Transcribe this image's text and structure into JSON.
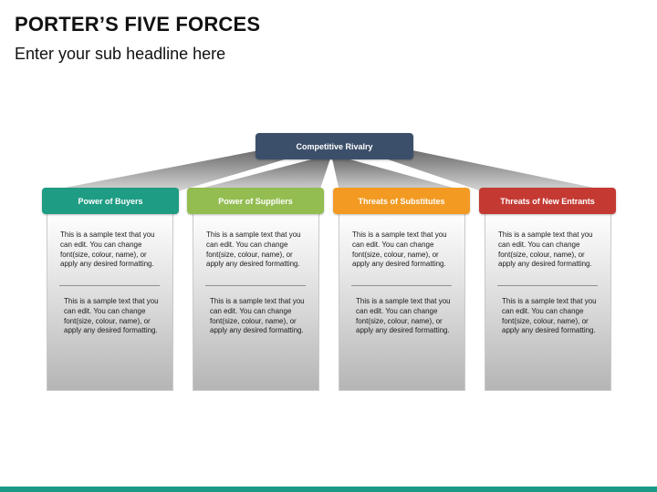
{
  "slide": {
    "title": "PORTER’S FIVE FORCES",
    "subtitle": "Enter your sub headline here"
  },
  "top": {
    "label": "Competitive Rivalry",
    "color": "#3c4f6a"
  },
  "columns": [
    {
      "label": "Power of Buyers",
      "color": "#1f9c84",
      "text1": "This is a sample text that you can edit. You can change font(size, colour, name), or apply any desired formatting.",
      "text2": "This is a sample text that you can edit. You can change font(size, colour, name), or apply any desired formatting."
    },
    {
      "label": "Power of Suppliers",
      "color": "#93bd51",
      "text1": "This is a sample text that you can edit. You can change font(size, colour, name), or apply any desired formatting.",
      "text2": "This is a sample text that you can edit. You can change font(size, colour, name), or apply any desired formatting."
    },
    {
      "label": "Threats of Substitutes",
      "color": "#f29a22",
      "text1": "This is a sample text that you can edit. You can change font(size, colour, name), or apply any desired formatting.",
      "text2": "This is a sample text that you can edit. You can change font(size, colour, name), or apply any desired formatting."
    },
    {
      "label": "Threats of New Entrants",
      "color": "#c43a33",
      "text1": "This is a sample text that you can edit. You can change font(size, colour, name), or apply any desired formatting.",
      "text2": "This is a sample text that you can edit. You can change font(size, colour, name), or apply any desired formatting."
    }
  ],
  "footer": {
    "bar_color": "#1a9a86"
  }
}
